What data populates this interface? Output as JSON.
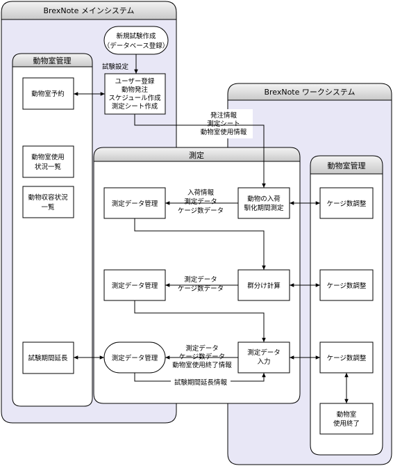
{
  "main_system": {
    "title": "BrexNote メインシステム"
  },
  "work_system": {
    "title": "BrexNote ワークシステム"
  },
  "main_room_mgmt": {
    "title": "動物室管理",
    "boxes": {
      "reservation": "動物室予約",
      "usage_list": [
        "動物室使用",
        "状況一覧"
      ],
      "housing_list": [
        "動物収容状況",
        "一覧"
      ],
      "extension": "試験期間延長"
    }
  },
  "new_study": [
    "新規試験作成",
    "（データベース登録）"
  ],
  "study_setting_label": "試験設定",
  "setup_box": [
    "ユーザー登録",
    "動物発注",
    "スケジュール作成",
    "測定シート作成"
  ],
  "order_info_labels": [
    "発注情報",
    "測定シート",
    "動物室使用情報"
  ],
  "measurement": {
    "title": "測定",
    "data_mgmt_1": "測定データ管理",
    "data_mgmt_2": "測定データ管理",
    "data_mgmt_3": "測定データ管理",
    "arrival_box": [
      "動物の入荷",
      "馴化期間測定"
    ],
    "grouping_box": "群分け計算",
    "input_box": [
      "測定データ",
      "入力"
    ],
    "labels_1": [
      "入荷情報",
      "測定データ",
      "ケージ数データ"
    ],
    "labels_2": [
      "測定データ",
      "ケージ数データ"
    ],
    "labels_3": [
      "測定データ",
      "ケージ数データ",
      "動物室使用終了情報"
    ],
    "extension_label": "試験期間延長情報"
  },
  "work_room_mgmt": {
    "title": "動物室管理",
    "cage_1": "ケージ数調整",
    "cage_2": "ケージ数調整",
    "cage_3": "ケージ数調整",
    "end_box": [
      "動物室",
      "使用終了"
    ]
  }
}
